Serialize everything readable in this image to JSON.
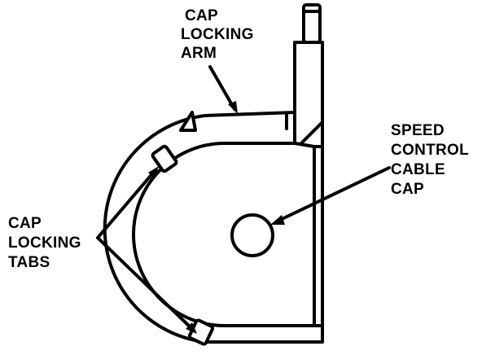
{
  "labels": {
    "cap_locking_arm": [
      "CAP",
      "LOCKING",
      "ARM"
    ],
    "speed_control_cable_cap": [
      "SPEED",
      "CONTROL",
      "CABLE",
      "CAP"
    ],
    "cap_locking_tabs": [
      "CAP",
      "LOCKING",
      "TABS"
    ]
  }
}
